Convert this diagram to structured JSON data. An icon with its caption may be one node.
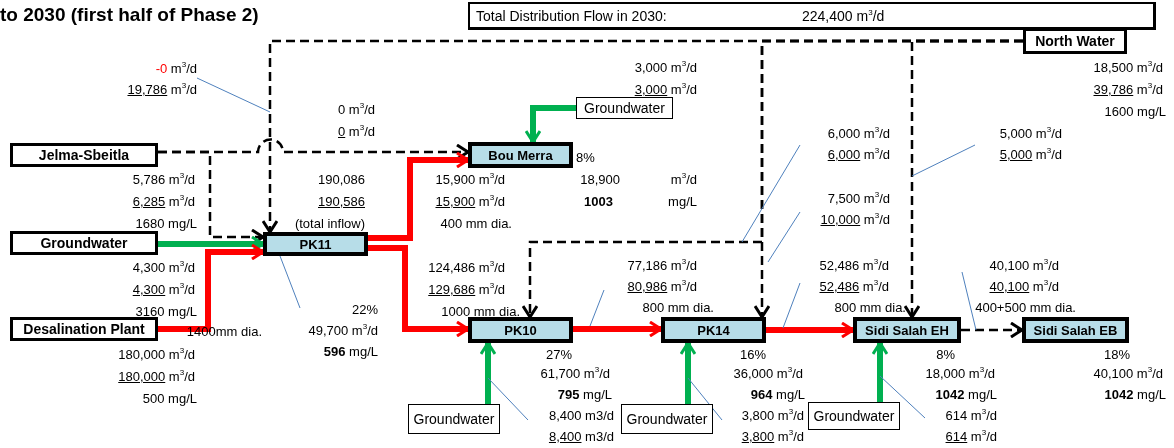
{
  "diagram": {
    "title": "to 2030 (first half of Phase 2)",
    "nodes": [
      {
        "text": [
          "Jelma-Sbeitla"
        ]
      },
      {
        "text": [
          "Groundwater"
        ]
      },
      {
        "text": [
          "Desalination Plant"
        ]
      },
      {
        "text": [
          "PK11"
        ]
      },
      {
        "text": [
          "Bou Merra"
        ],
        "beside": [
          "8%"
        ]
      },
      {
        "text": [
          "Groundwater"
        ]
      },
      {
        "text": [
          "North Water"
        ]
      },
      {
        "text": [
          "PK10"
        ],
        "beside": [
          "27%"
        ]
      },
      {
        "text": [
          "PK14"
        ],
        "beside": [
          "16%"
        ]
      },
      {
        "text": [
          "Sidi Salah EH"
        ],
        "beside": [
          "8%"
        ]
      },
      {
        "text": [
          "Sidi Salah EB"
        ],
        "beside": [
          "18%"
        ]
      },
      {
        "text": [
          "Groundwater"
        ]
      },
      {
        "text": [
          "Groundwater"
        ]
      },
      {
        "text": [
          "Groundwater"
        ]
      },
      {
        "text": [
          "-0 m$^{3}$/d",
          "19,786 m$^{3}$/d"
        ]
      },
      {
        "text": [
          "22%",
          "49,700 m$^{3}$/d",
          "**596** mg/L"
        ]
      },
      {
        "text": [
          "6,000 m$^{3}$/d",
          "6,000 m$^{3}$/d"
        ]
      },
      {
        "text": [
          "7,500 m$^{3}$/d",
          "10,000 m$^{3}$/d"
        ]
      },
      {
        "text": [
          "5,000 m$^{3}$/d",
          "5,000 m$^{3}$/d"
        ]
      },
      {
        "text": [
          "77,186 m$^{3}$/d",
          "80,986 m$^{3}$/d",
          "800 mm dia."
        ]
      },
      {
        "text": [
          "52,486 m$^{3}$/d",
          "52,486 m$^{3}$/d",
          "800 mm dia."
        ]
      },
      {
        "text": [
          "40,100 m$^{3}$/d",
          "40,100 m$^{3}$/d",
          "400+500 mm dia."
        ]
      },
      {
        "text": [
          "8,400 m3/d",
          "8,400 m3/d"
        ]
      },
      {
        "text": [
          "3,800 m$^{3}$/d",
          "3,800 m$^{3}$/d"
        ]
      },
      {
        "text": [
          "614 m$^{3}$/d",
          "614 m$^{3}$/d"
        ]
      },
      {
        "text": [
          "Total Distribution Flow in 2030:",
          "224,400 m$^{3}$/d"
        ]
      }
    ],
    "edges": [
      {
        "from": 6,
        "to": 3,
        "arrow": "to",
        "style": "dashed",
        "color": "#000000"
      },
      {
        "from": 6,
        "to": 7,
        "arrow": "to",
        "style": "dashed",
        "color": "#000000"
      },
      {
        "from": 6,
        "to": 8,
        "arrow": "to",
        "style": "dashed",
        "color": "#000000"
      },
      {
        "from": 6,
        "to": 9,
        "arrow": "to",
        "style": "dashed",
        "color": "#000000"
      },
      {
        "from": 0,
        "to": 4,
        "arrow": "to",
        "style": "dashed",
        "color": "#000000"
      },
      {
        "from": 0,
        "to": 3,
        "arrow": "to",
        "style": "dashed",
        "color": "#000000"
      },
      {
        "from": 1,
        "to": 3,
        "arrow": "to",
        "style": "thick",
        "color": "#00b050"
      },
      {
        "from": 2,
        "to": 3,
        "arrow": "to",
        "style": "thick",
        "color": "#ff0000"
      },
      {
        "from": 3,
        "to": 4,
        "arrow": "to",
        "style": "thick",
        "color": "#ff0000"
      },
      {
        "from": 3,
        "to": 7,
        "arrow": "to",
        "style": "thick",
        "color": "#ff0000"
      },
      {
        "from": 7,
        "to": 8,
        "arrow": "to",
        "style": "thick",
        "color": "#ff0000"
      },
      {
        "from": 8,
        "to": 9,
        "arrow": "to",
        "style": "thick",
        "color": "#ff0000"
      },
      {
        "from": 9,
        "to": 10,
        "arrow": "to",
        "style": "dashed",
        "color": "#000000"
      },
      {
        "from": 5,
        "to": 4,
        "arrow": "to",
        "style": "thick",
        "color": "#00b050"
      },
      {
        "from": 11,
        "to": 7,
        "arrow": "to",
        "style": "thick",
        "color": "#00b050"
      },
      {
        "from": 12,
        "to": 8,
        "arrow": "to",
        "style": "thick",
        "color": "#00b050"
      },
      {
        "from": 13,
        "to": 9,
        "arrow": "to",
        "style": "thick",
        "color": "#00b050"
      },
      {
        "from": 14,
        "to": null,
        "arrow": "none",
        "color": "#4f81bd"
      },
      {
        "from": 15,
        "to": 3,
        "arrow": "none",
        "color": "#4f81bd"
      },
      {
        "from": 16,
        "to": null,
        "arrow": "none",
        "color": "#4f81bd"
      },
      {
        "from": 17,
        "to": null,
        "arrow": "none",
        "color": "#4f81bd"
      },
      {
        "from": 18,
        "to": null,
        "arrow": "none",
        "color": "#4f81bd"
      },
      {
        "from": 19,
        "to": null,
        "arrow": "none",
        "color": "#4f81bd"
      },
      {
        "from": 20,
        "to": null,
        "arrow": "none",
        "color": "#4f81bd"
      },
      {
        "from": 21,
        "to": null,
        "arrow": "none",
        "color": "#4f81bd"
      },
      {
        "from": 22,
        "to": null,
        "arrow": "none",
        "color": "#4f81bd"
      },
      {
        "from": 23,
        "to": null,
        "arrow": "none",
        "color": "#4f81bd"
      },
      {
        "from": 24,
        "to": null,
        "arrow": "none",
        "color": "#4f81bd"
      }
    ],
    "labels": [
      "0 m$^{3}$/d",
      "0 m$^{3}$/d",
      "3,000 m$^{3}$/d",
      "3,000 m$^{3}$/d",
      "18,500 m$^{3}$/d",
      "39,786 m$^{3}$/d",
      "1600 mg/L",
      "5,786 m$^{3}$/d",
      "6,285 m$^{3}$/d",
      "1680 mg/L",
      "190,086",
      "190,586",
      "(total inflow)",
      "15,900 m$^{3}$/d",
      "15,900 m$^{3}$/d",
      "400 mm dia.",
      "18,900",
      "m$^{3}$/d",
      "1003",
      "mg/L",
      "4,300 m$^{3}$/d",
      "4,300 m$^{3}$/d",
      "3160 mg/L",
      "1400mm dia.",
      "180,000 m$^{3}$/d",
      "180,000 m$^{3}$/d",
      "500 mg/L",
      "124,486 m$^{3}$/d",
      "129,686 m$^{3}$/d",
      "1000 mm dia.",
      "61,700 m$^{3}$/d",
      "**795** mg/L",
      "36,000 m$^{3}$/d",
      "**964** mg/L",
      "18,000 m$^{3}$/d",
      "**1042** mg/L",
      "40,100 m$^{3}$/d",
      "**1042** mg/L"
    ]
  }
}
